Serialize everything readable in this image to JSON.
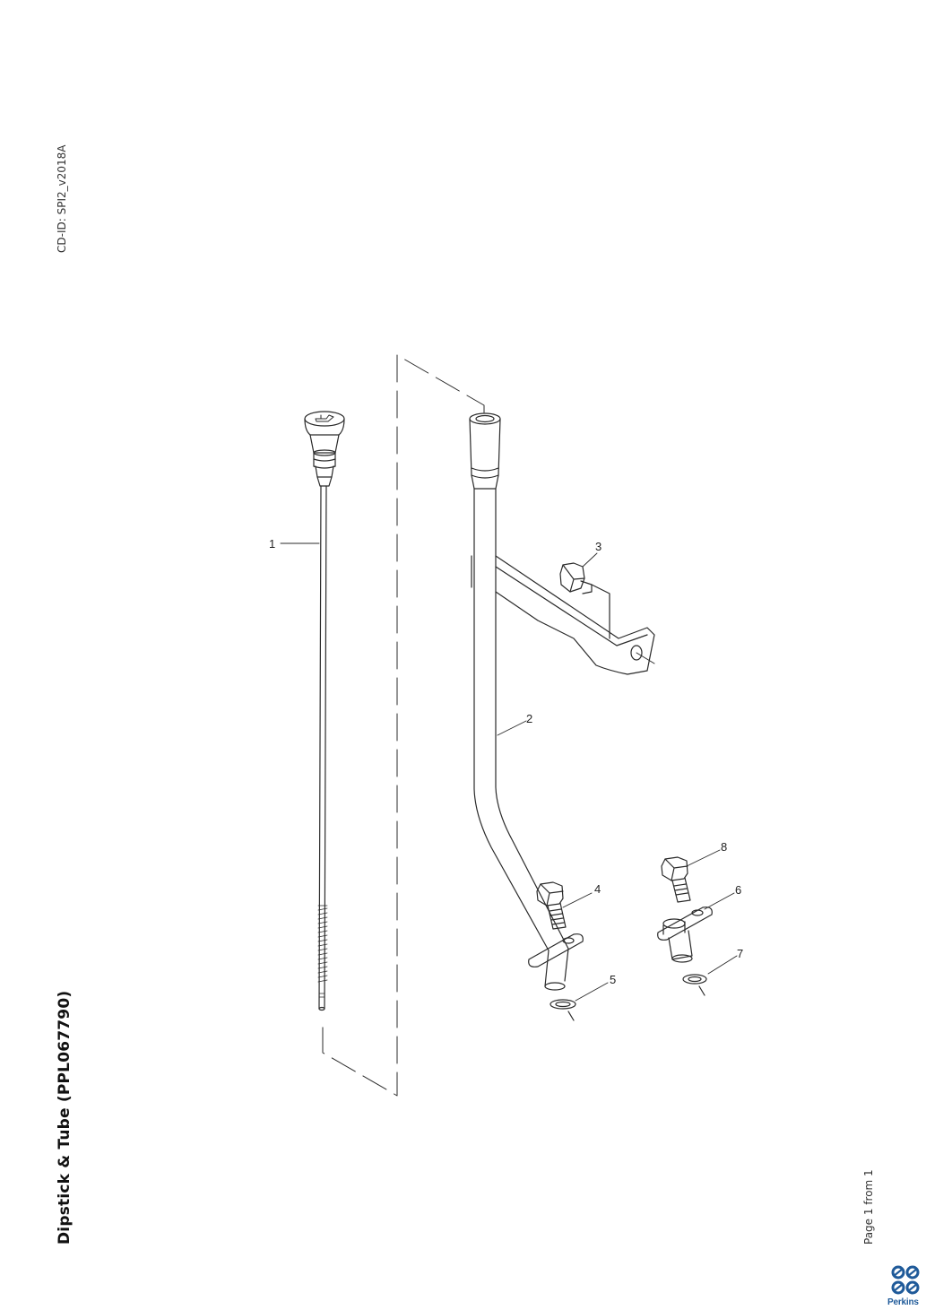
{
  "header": {
    "cd_id": "CD-ID: SPI2_v2018A",
    "title": "Dipstick & Tube (PPL067790)"
  },
  "footer": {
    "page_counter": "Page 1 from 1",
    "brand": "Perkins"
  },
  "callouts": [
    "1",
    "2",
    "3",
    "4",
    "5",
    "6",
    "7",
    "8"
  ],
  "colors": {
    "line": "#2a2a2a",
    "brand_blue": "#1f5a99"
  },
  "icons": {
    "logo": "perkins-logo-icon",
    "oil_can": "oil-can-icon"
  }
}
